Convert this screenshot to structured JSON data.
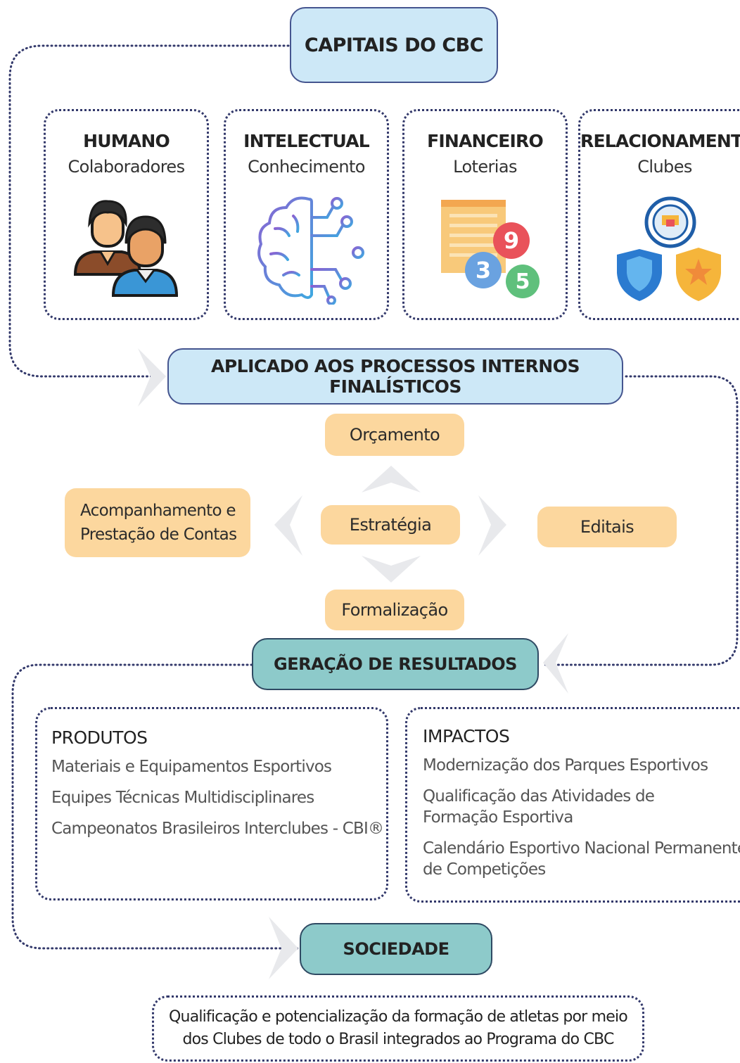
{
  "header": {
    "title": "CAPITAIS DO CBC"
  },
  "capitals": [
    {
      "title": "HUMANO",
      "subtitle": "Colaboradores",
      "icon": "people-icon"
    },
    {
      "title": "INTELECTUAL",
      "subtitle": "Conhecimento",
      "icon": "brain-circuit-icon"
    },
    {
      "title": "FINANCEIRO",
      "subtitle": "Loterias",
      "icon": "lottery-balls-icon",
      "numbers": [
        "9",
        "3",
        "5"
      ]
    },
    {
      "title": "RELACIONAMENTO",
      "subtitle": "Clubes",
      "icon": "club-shields-icon"
    }
  ],
  "process": {
    "title": "APLICADO AOS PROCESSOS INTERNOS FINALÍSTICOS",
    "center": "Estratégia",
    "top": "Orçamento",
    "right": "Editais",
    "bottom": "Formalização",
    "left": "Acompanhamento e\nPrestação de Contas"
  },
  "results": {
    "title": "GERAÇÃO DE RESULTADOS",
    "products": {
      "title": "PRODUTOS",
      "items": [
        "Materiais e Equipamentos Esportivos",
        "Equipes Técnicas Multidisciplinares",
        "Campeonatos Brasileiros Interclubes - CBI®"
      ]
    },
    "impacts": {
      "title": "IMPACTOS",
      "items": [
        "Modernização dos Parques Esportivos",
        "Qualificação das Atividades de\nFormação Esportiva",
        "Calendário Esportivo Nacional Permanente\nde Competições"
      ]
    }
  },
  "society": {
    "title": "SOCIEDADE",
    "description": "Qualificação e potencialização da formação de atletas por meio\ndos Clubes de todo o Brasil integrados ao Programa do CBC"
  },
  "colors": {
    "light_blue": "#cde8f7",
    "teal": "#8dcaca",
    "orange": "#fcd79e",
    "border_navy": "#33396b",
    "arrow_gray": "#e8e9ec"
  }
}
